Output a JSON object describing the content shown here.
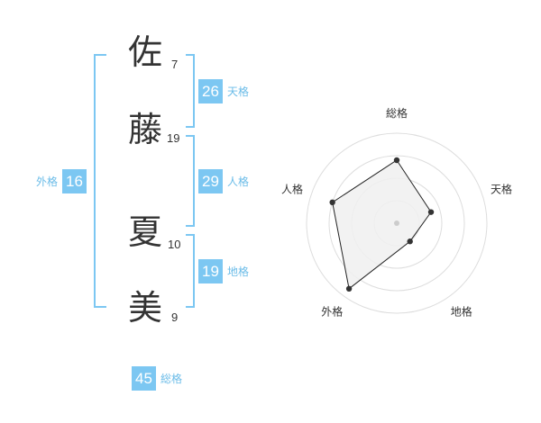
{
  "name": {
    "chars": [
      {
        "char": "佐",
        "strokes": "7"
      },
      {
        "char": "藤",
        "strokes": "19"
      },
      {
        "char": "夏",
        "strokes": "10"
      },
      {
        "char": "美",
        "strokes": "9"
      }
    ]
  },
  "fortunes": {
    "tenkaku": {
      "value": "26",
      "label": "天格"
    },
    "jinkaku": {
      "value": "29",
      "label": "人格"
    },
    "chikaku": {
      "value": "19",
      "label": "地格"
    },
    "gaikaku": {
      "value": "16",
      "label": "外格"
    },
    "soukaku": {
      "value": "45",
      "label": "総格"
    }
  },
  "colors": {
    "accent": "#7cc7f2",
    "label": "#6bbce8",
    "text": "#333333",
    "radar_fill": "#f0f0f0",
    "radar_ring": "#dddddd"
  },
  "chart_data": {
    "type": "radar",
    "axes": [
      "総格",
      "天格",
      "地格",
      "外格",
      "人格"
    ],
    "values": [
      0.7,
      0.4,
      0.25,
      0.9,
      0.75
    ],
    "max": 1,
    "rings": 4
  }
}
